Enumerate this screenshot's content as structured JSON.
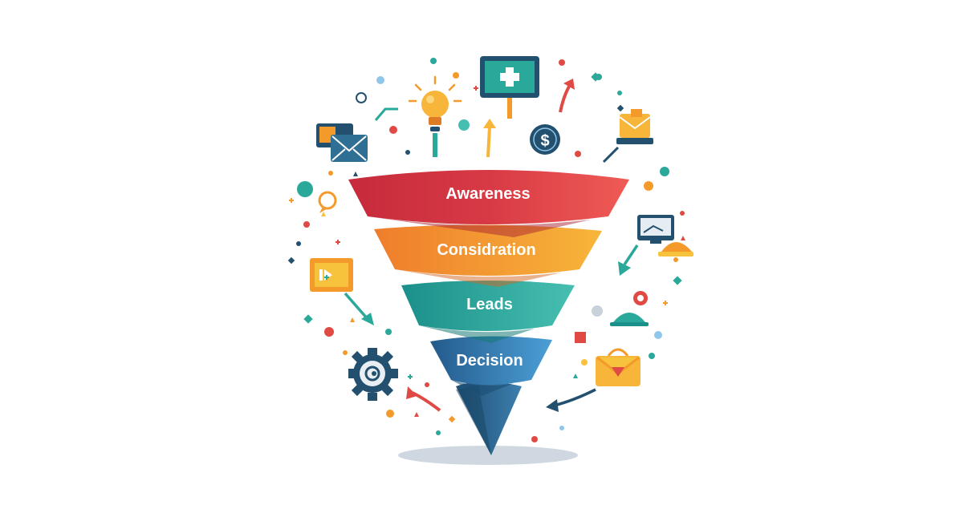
{
  "funnel": {
    "stages": [
      {
        "label": "Awareness",
        "color_light": "#ef5b55",
        "color_dark": "#c62a3b"
      },
      {
        "label": "Considration",
        "color_light": "#f7b53a",
        "color_dark": "#ef7d2c"
      },
      {
        "label": "Leads",
        "color_light": "#46bfb0",
        "color_dark": "#1b8f8a"
      },
      {
        "label": "Decision",
        "color_light": "#4b9fd6",
        "color_dark": "#245a8c"
      }
    ],
    "tip_color": "#1e5d86",
    "shadow_color": "#cfd8e0"
  },
  "palette": {
    "red": "#e04a45",
    "orange": "#f39a2a",
    "yellow": "#f7c23c",
    "teal": "#2aa89a",
    "navy": "#24506f",
    "light_blue": "#8fc6ea",
    "gray": "#c9d2da"
  },
  "icons": [
    "lightbulb-icon",
    "monitor-plus-icon",
    "dollar-coin-icon",
    "laptop-mail-icon",
    "envelope-icon",
    "chat-bubble-icon",
    "video-card-icon",
    "gear-icon",
    "mail-bag-icon",
    "monitor-small-icon",
    "bell-icon",
    "location-pin-icon",
    "arrow-up-icon",
    "arrow-icon"
  ],
  "icon_symbols": {
    "dollar": "$"
  }
}
